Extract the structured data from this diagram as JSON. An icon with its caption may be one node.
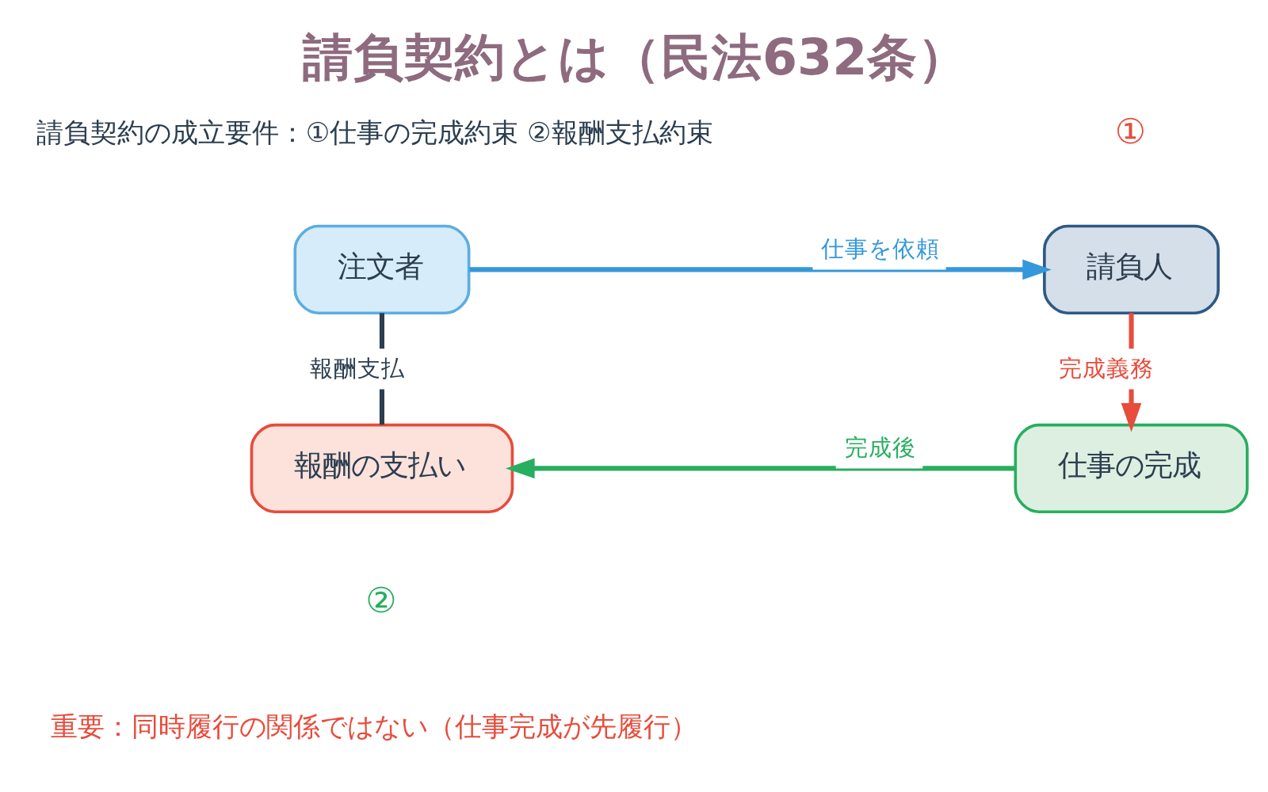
{
  "diagram": {
    "title": "請負契約とは（民法632条）",
    "nodes": [
      {
        "text": [
          "注文者"
        ]
      },
      {
        "text": [
          "請負人"
        ]
      },
      {
        "text": [
          "報酬の支払い"
        ]
      },
      {
        "text": [
          "仕事の完成"
        ]
      }
    ],
    "edges": [
      {
        "from": 0,
        "to": 1,
        "arrow": "to",
        "label": "仕事を依頼",
        "color": "#3498db"
      },
      {
        "from": 0,
        "to": 2,
        "arrow": "none",
        "label": "報酬支払",
        "color": "#2c3e50"
      },
      {
        "from": 1,
        "to": 3,
        "arrow": "to",
        "label": "完成義務",
        "color": "#e74c3c"
      },
      {
        "from": 3,
        "to": 2,
        "arrow": "to",
        "label": "完成後",
        "color": "#27ae60"
      }
    ],
    "labels": [
      "請負契約の成立要件：①仕事の完成約束 ②報酬支払約束",
      "①",
      "②",
      "重要：同時履行の関係ではない（仕事完成が先履行）"
    ]
  }
}
